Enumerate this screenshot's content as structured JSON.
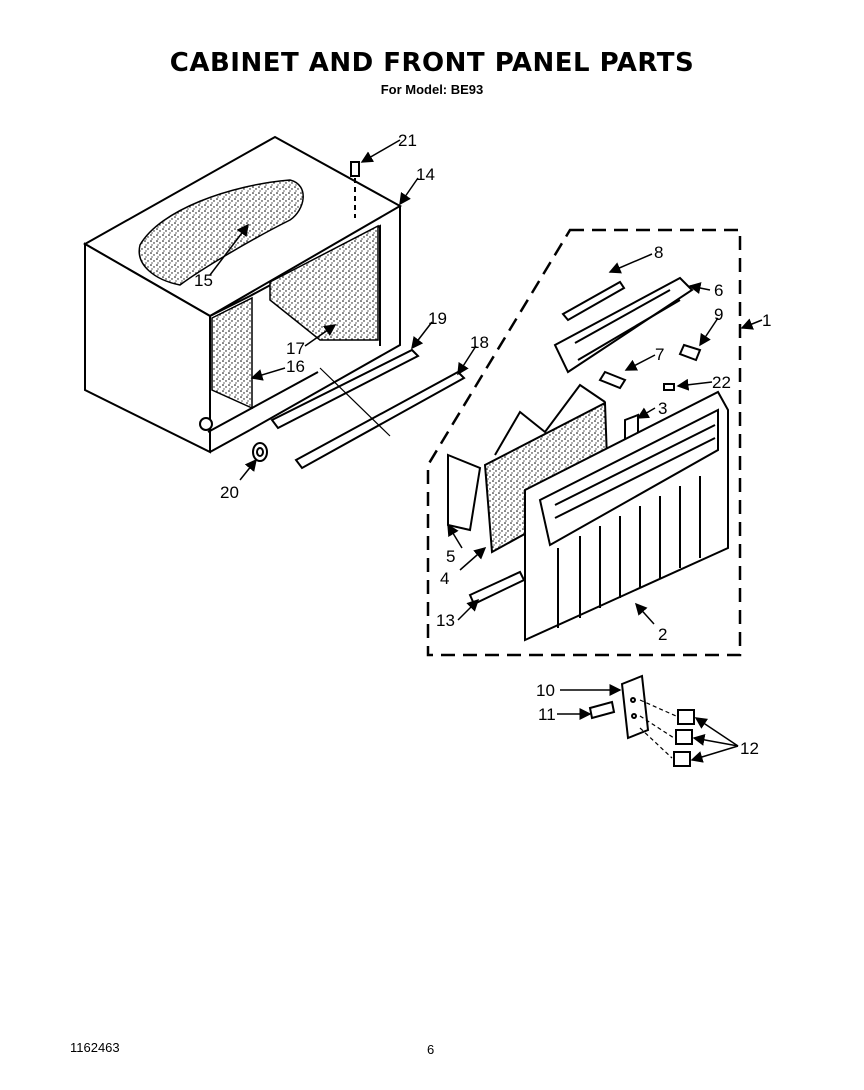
{
  "header": {
    "title": "CABINET AND FRONT PANEL PARTS",
    "subtitle": "For Model: BE93"
  },
  "footer": {
    "doc_number": "1162463",
    "page_number": "6"
  },
  "callouts": [
    "1",
    "2",
    "3",
    "4",
    "5",
    "6",
    "7",
    "8",
    "9",
    "10",
    "11",
    "12",
    "13",
    "14",
    "15",
    "16",
    "17",
    "18",
    "19",
    "20",
    "21",
    "22"
  ]
}
